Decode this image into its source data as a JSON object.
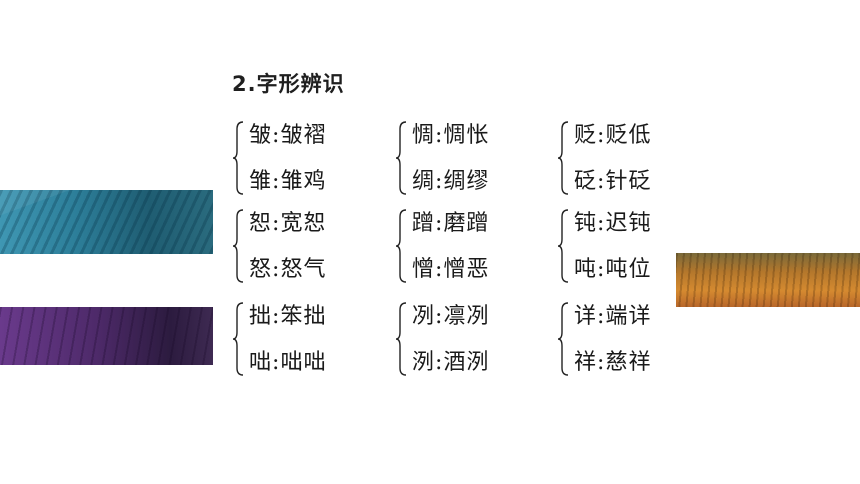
{
  "heading": "2.字形辨识",
  "groups": [
    {
      "r1": {
        "char": "皱",
        "sep": ":",
        "word": "皱褶"
      },
      "r2": {
        "char": "雏",
        "sep": ":",
        "word": "雏鸡"
      }
    },
    {
      "r1": {
        "char": "惆",
        "sep": ":",
        "word": "惆怅"
      },
      "r2": {
        "char": "绸",
        "sep": ":",
        "word": "绸缪"
      }
    },
    {
      "r1": {
        "char": "贬",
        "sep": ":",
        "word": "贬低"
      },
      "r2": {
        "char": "砭",
        "sep": ":",
        "word": "针砭"
      }
    },
    {
      "r1": {
        "char": "恕",
        "sep": ":",
        "word": "宽恕"
      },
      "r2": {
        "char": "怒",
        "sep": ":",
        "word": "怒气"
      }
    },
    {
      "r1": {
        "char": "蹭",
        "sep": ":",
        "word": "磨蹭"
      },
      "r2": {
        "char": "憎",
        "sep": ":",
        "word": "憎恶"
      }
    },
    {
      "r1": {
        "char": "钝",
        "sep": ":",
        "word": "迟钝"
      },
      "r2": {
        "char": "吨",
        "sep": ":",
        "word": "吨位"
      }
    },
    {
      "r1": {
        "char": "拙",
        "sep": ":",
        "word": "笨拙"
      },
      "r2": {
        "char": "咄",
        "sep": ":",
        "word": "咄咄"
      }
    },
    {
      "r1": {
        "char": "冽",
        "sep": ":",
        "word": "凛冽"
      },
      "r2": {
        "char": "洌",
        "sep": ":",
        "word": "酒洌"
      }
    },
    {
      "r1": {
        "char": "详",
        "sep": ":",
        "word": "端详"
      },
      "r2": {
        "char": "祥",
        "sep": ":",
        "word": "慈祥"
      }
    }
  ]
}
